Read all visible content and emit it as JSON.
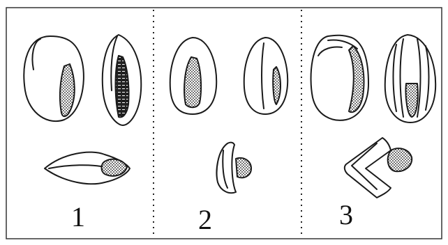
{
  "labels": [
    "1",
    "2",
    "3"
  ],
  "colors": {
    "ink": "#1a1a1a",
    "background": "#ffffff",
    "frame": "#333333"
  }
}
